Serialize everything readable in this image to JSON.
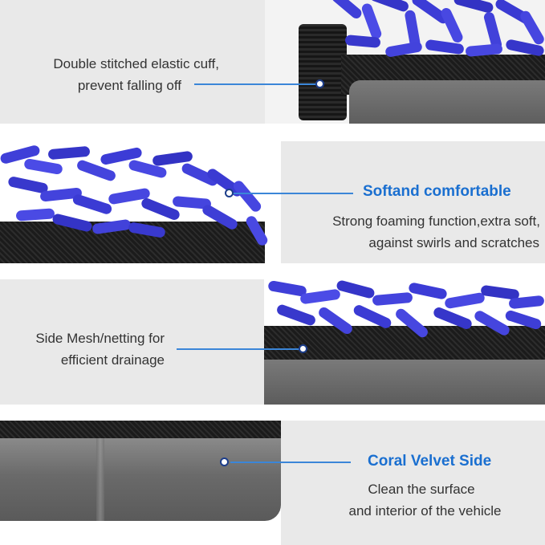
{
  "colors": {
    "background": "#e9e9e9",
    "headline": "#1a6fd0",
    "body_text": "#333333",
    "leader_line": "#3b86d8",
    "chenille_blue": "#3f3fd8",
    "mesh_black": "#1b1b1b",
    "coral_grey": "#6c6c6c"
  },
  "sections": [
    {
      "id": "cuff",
      "body_lines": [
        "Double stitched elastic cuff,",
        "prevent falling off"
      ]
    },
    {
      "id": "soft",
      "headline": "Softand comfortable",
      "body_lines": [
        "Strong foaming function,extra soft,",
        "against swirls and scratches"
      ]
    },
    {
      "id": "mesh",
      "body_lines": [
        "Side Mesh/netting for",
        "efficient drainage"
      ]
    },
    {
      "id": "coral",
      "headline": "Coral Velvet Side",
      "body_lines": [
        "Clean the surface",
        "and interior of the vehicle"
      ]
    }
  ]
}
